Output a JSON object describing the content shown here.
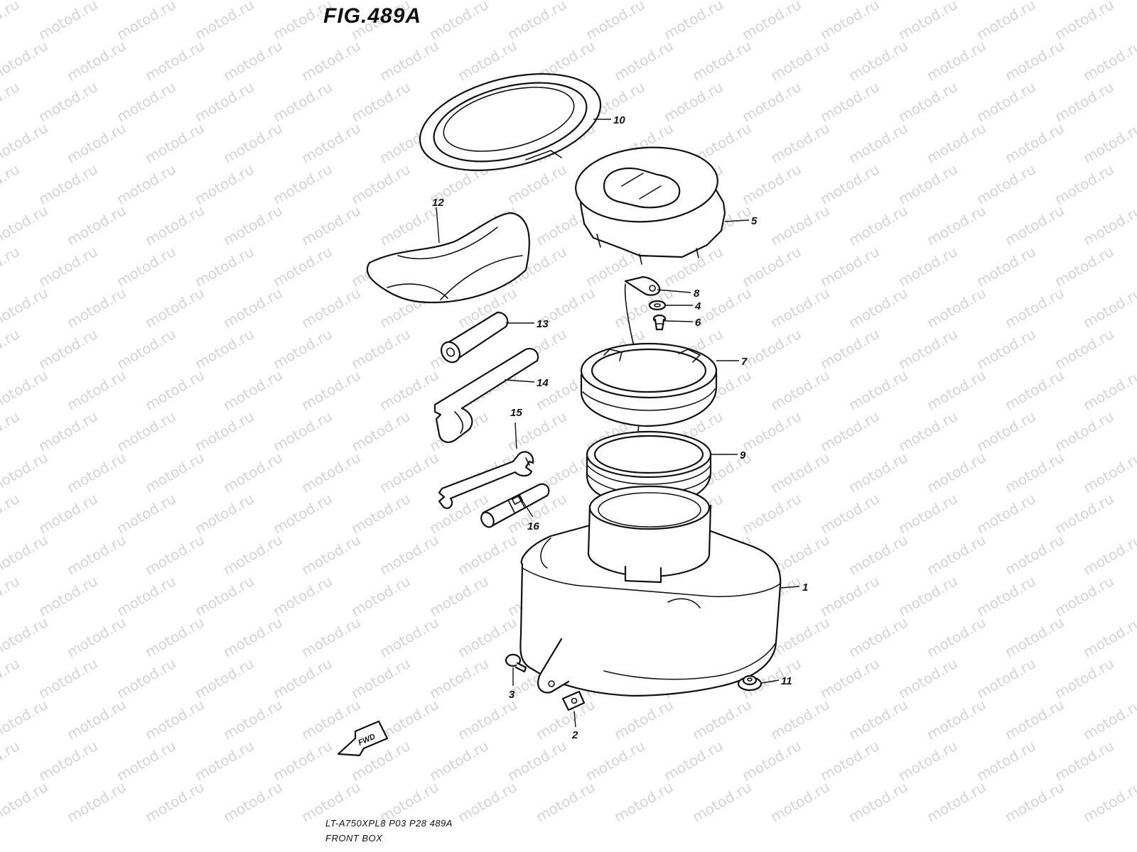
{
  "figure": {
    "title": "FIG.489A"
  },
  "footer": {
    "model_code": "LT-A750XPL8  P03  P28  489A",
    "section_name": "FRONT BOX"
  },
  "watermark": {
    "text": "motod.ru"
  },
  "forward_indicator": {
    "label": "FWD"
  },
  "callouts": [
    {
      "id": "c10",
      "label": "10",
      "part": "lid-gasket-ring"
    },
    {
      "id": "c12",
      "label": "12",
      "part": "tool-bag"
    },
    {
      "id": "c5",
      "label": "5",
      "part": "front-box-cap"
    },
    {
      "id": "c8",
      "label": "8",
      "part": "strap-clip"
    },
    {
      "id": "c4",
      "label": "4",
      "part": "washer"
    },
    {
      "id": "c6",
      "label": "6",
      "part": "screw"
    },
    {
      "id": "c13",
      "label": "13",
      "part": "tool-tube"
    },
    {
      "id": "c7",
      "label": "7",
      "part": "cap-ring"
    },
    {
      "id": "c14",
      "label": "14",
      "part": "spanner-wrench"
    },
    {
      "id": "c15",
      "label": "15",
      "part": "open-wrench"
    },
    {
      "id": "c9",
      "label": "9",
      "part": "seal-ring"
    },
    {
      "id": "c16",
      "label": "16",
      "part": "plug-wrench"
    },
    {
      "id": "c1",
      "label": "1",
      "part": "front-box-body"
    },
    {
      "id": "c3",
      "label": "3",
      "part": "tapping-screw"
    },
    {
      "id": "c2",
      "label": "2",
      "part": "nut-clip"
    },
    {
      "id": "c11",
      "label": "11",
      "part": "nut"
    }
  ]
}
